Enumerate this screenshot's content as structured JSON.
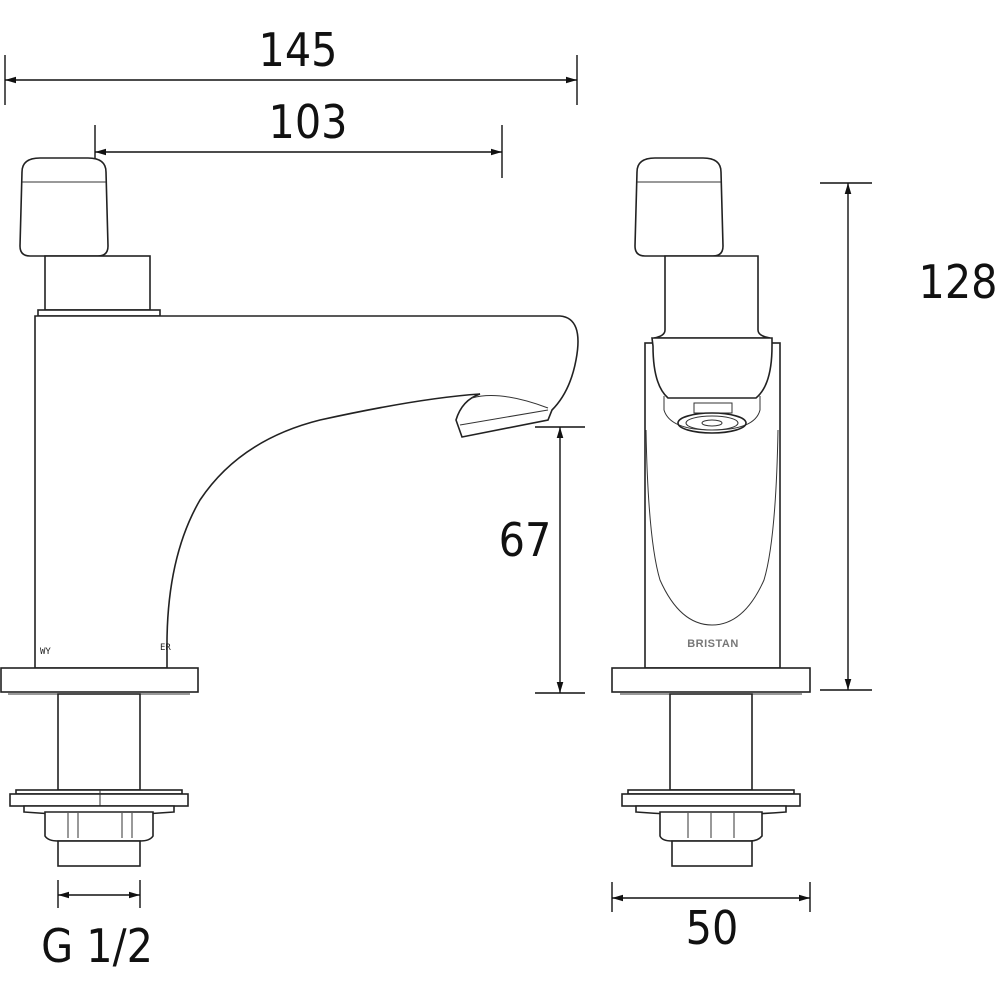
{
  "dimensions": {
    "overall_length": "145",
    "spout_reach": "103",
    "spout_height": "67",
    "overall_height": "128",
    "base_width": "50",
    "thread": "G 1/2"
  },
  "branding": {
    "side_view_mark": "BRISTAN"
  }
}
